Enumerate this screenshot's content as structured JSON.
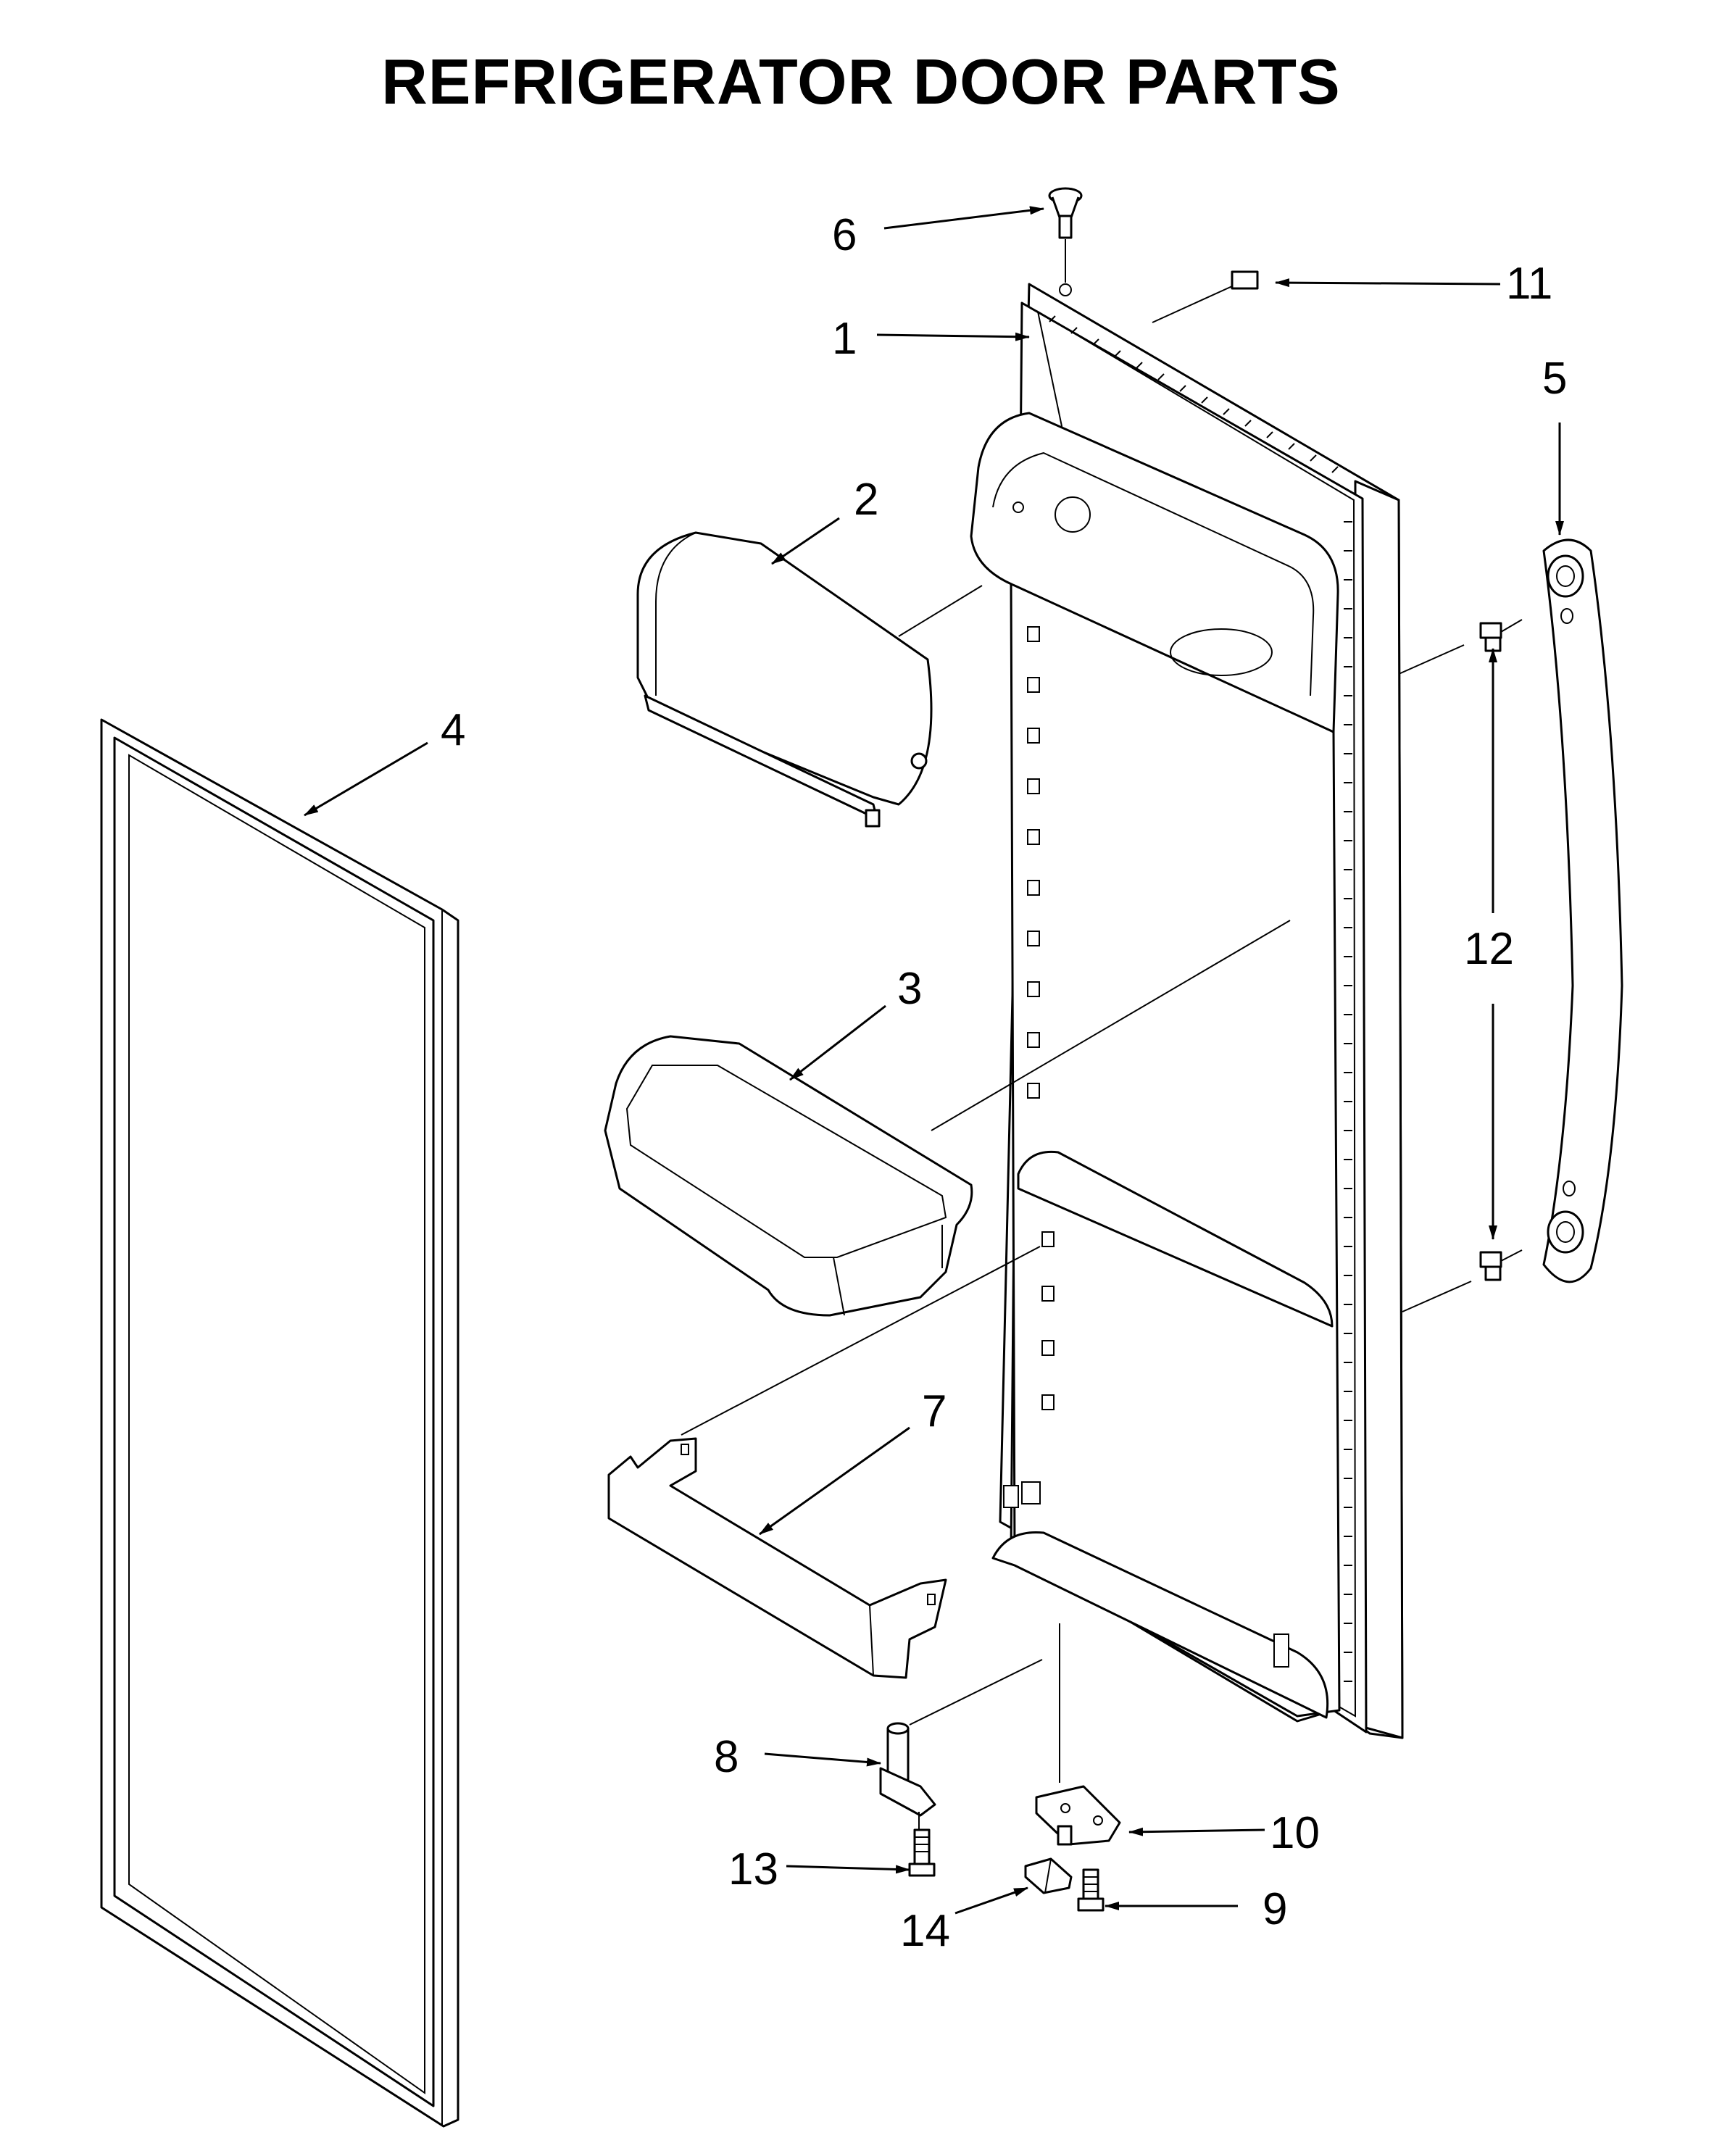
{
  "title": "REFRIGERATOR DOOR PARTS",
  "callouts": [
    {
      "id": "1",
      "text": "1"
    },
    {
      "id": "2",
      "text": "2"
    },
    {
      "id": "3",
      "text": "3"
    },
    {
      "id": "4",
      "text": "4"
    },
    {
      "id": "5",
      "text": "5"
    },
    {
      "id": "6",
      "text": "6"
    },
    {
      "id": "7",
      "text": "7"
    },
    {
      "id": "8",
      "text": "8"
    },
    {
      "id": "9",
      "text": "9"
    },
    {
      "id": "10",
      "text": "10"
    },
    {
      "id": "11",
      "text": "11"
    },
    {
      "id": "12",
      "text": "12"
    },
    {
      "id": "13",
      "text": "13"
    },
    {
      "id": "14",
      "text": "14"
    }
  ]
}
